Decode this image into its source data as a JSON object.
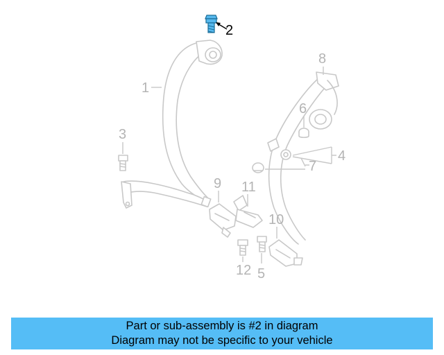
{
  "diagram": {
    "highlight_color": "#57b9ee",
    "part_color": "#c8c8c8",
    "callouts": [
      {
        "id": "1",
        "label": "1"
      },
      {
        "id": "2",
        "label": "2",
        "highlighted": true
      },
      {
        "id": "3",
        "label": "3"
      },
      {
        "id": "4",
        "label": "4"
      },
      {
        "id": "5",
        "label": "5"
      },
      {
        "id": "6",
        "label": "6"
      },
      {
        "id": "7",
        "label": "7"
      },
      {
        "id": "8",
        "label": "8"
      },
      {
        "id": "9",
        "label": "9"
      },
      {
        "id": "10",
        "label": "10"
      },
      {
        "id": "11",
        "label": "11"
      },
      {
        "id": "12",
        "label": "12"
      }
    ]
  },
  "caption": {
    "line1": "Part or sub-assembly is #2 in diagram",
    "line2": "Diagram may not be specific to your vehicle",
    "background": "#55bdf6"
  }
}
